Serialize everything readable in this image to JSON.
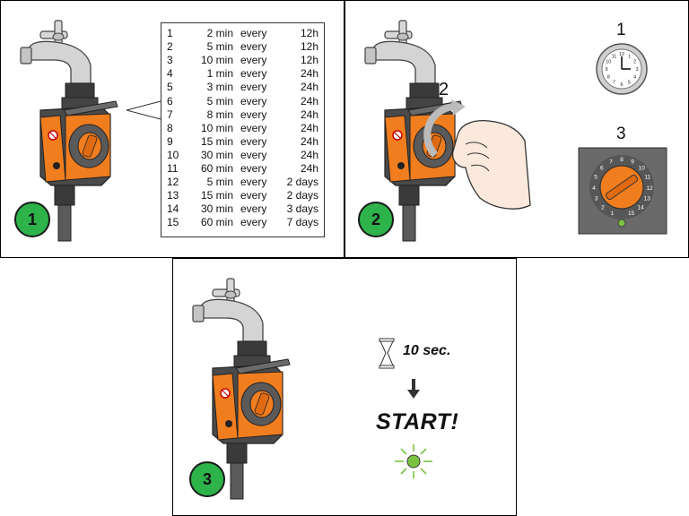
{
  "panel1": {
    "step": "1",
    "schedule": [
      {
        "program": "1",
        "duration": "2 min",
        "every": "every",
        "interval": "12h"
      },
      {
        "program": "2",
        "duration": "5 min",
        "every": "every",
        "interval": "12h"
      },
      {
        "program": "3",
        "duration": "10 min",
        "every": "every",
        "interval": "12h"
      },
      {
        "program": "4",
        "duration": "1 min",
        "every": "every",
        "interval": "24h"
      },
      {
        "program": "5",
        "duration": "3 min",
        "every": "every",
        "interval": "24h"
      },
      {
        "program": "6",
        "duration": "5 min",
        "every": "every",
        "interval": "24h"
      },
      {
        "program": "7",
        "duration": "8 min",
        "every": "every",
        "interval": "24h"
      },
      {
        "program": "8",
        "duration": "10 min",
        "every": "every",
        "interval": "24h"
      },
      {
        "program": "9",
        "duration": "15 min",
        "every": "every",
        "interval": "24h"
      },
      {
        "program": "10",
        "duration": "30 min",
        "every": "every",
        "interval": "24h"
      },
      {
        "program": "11",
        "duration": "60 min",
        "every": "every",
        "interval": "24h"
      },
      {
        "program": "12",
        "duration": "5 min",
        "every": "every",
        "interval": "2 days"
      },
      {
        "program": "13",
        "duration": "15 min",
        "every": "every",
        "interval": "2 days"
      },
      {
        "program": "14",
        "duration": "30 min",
        "every": "every",
        "interval": "3 days"
      },
      {
        "program": "15",
        "duration": "60 min",
        "every": "every",
        "interval": "7 days"
      }
    ]
  },
  "panel2": {
    "step": "2",
    "rotate_label": "2",
    "clock_label": "1",
    "dial_label": "3",
    "clock_numbers": [
      "12",
      "1",
      "2",
      "3",
      "4",
      "5",
      "6",
      "7",
      "8",
      "9",
      "10",
      "11"
    ],
    "dial_numbers": [
      "1",
      "2",
      "3",
      "4",
      "5",
      "6",
      "7",
      "8",
      "9",
      "10",
      "11",
      "12",
      "13",
      "14",
      "15"
    ]
  },
  "panel3": {
    "step": "3",
    "wait_text": "10 sec.",
    "start_text": "START!"
  },
  "colors": {
    "orange": "#f07d1e",
    "dark_body": "#4a4a4a",
    "badge_green": "#2db34a",
    "led_green": "#7cc242"
  }
}
